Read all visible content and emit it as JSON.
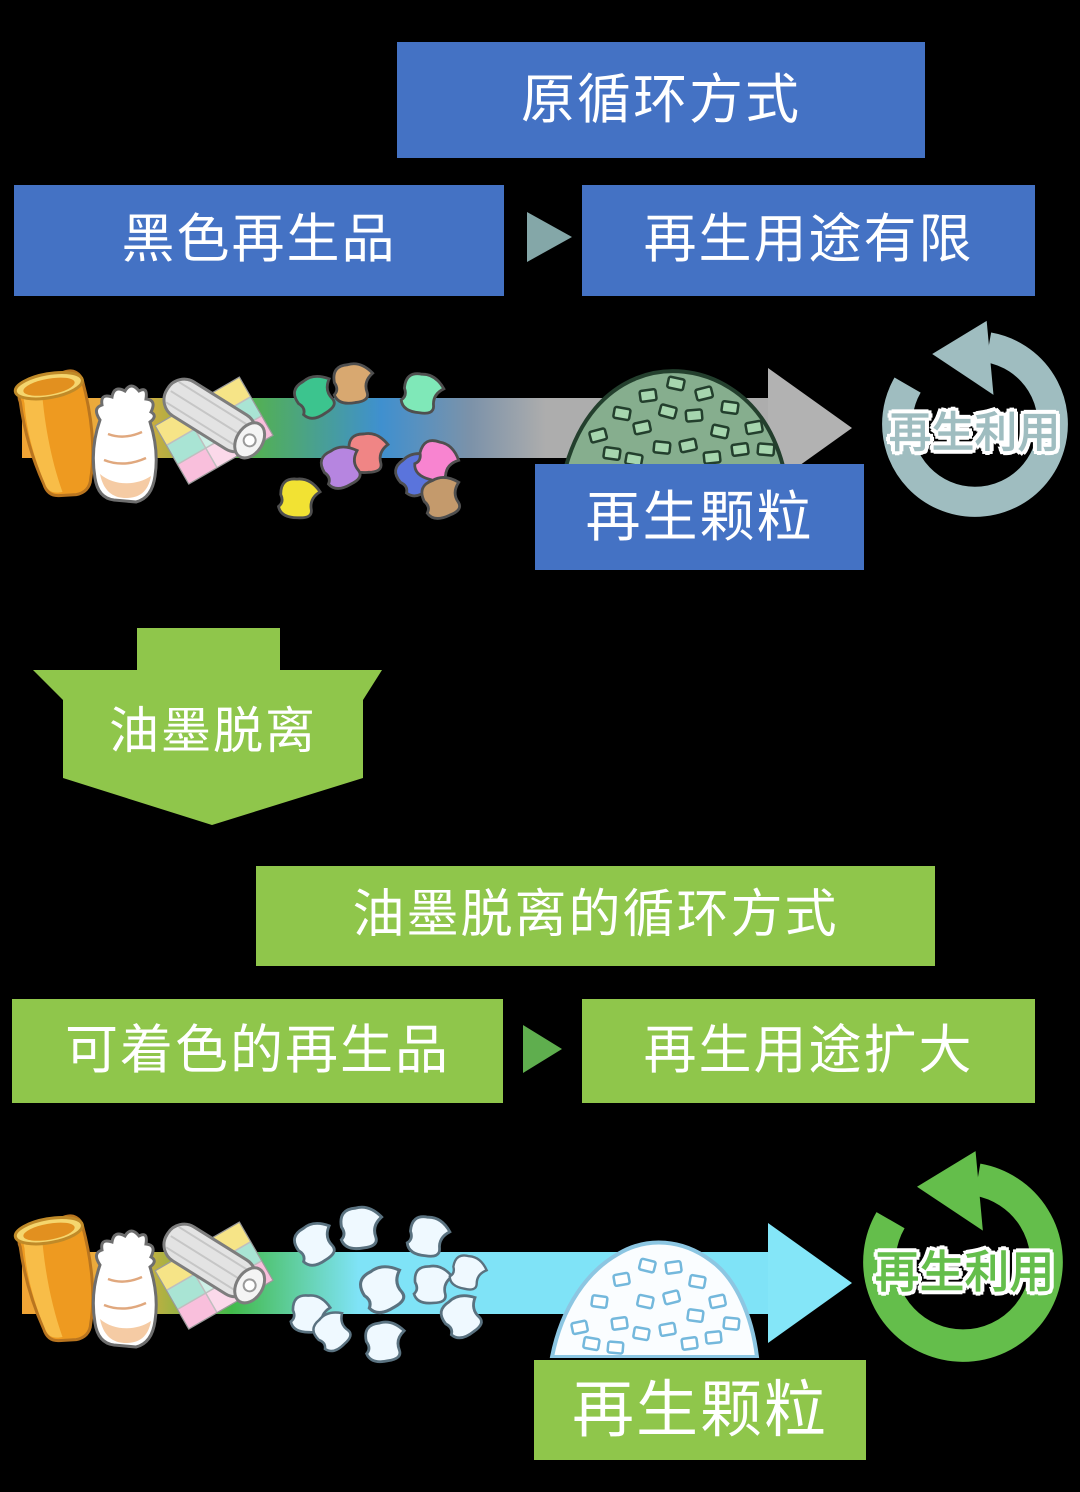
{
  "palette": {
    "background": "#000000",
    "blue": "#4472C4",
    "green": "#8FC64B",
    "teal_arrow": "#84A7A8",
    "teal_ring": "#9FBDC0",
    "green_ring": "#64BE4B",
    "green_triangle": "#5FAE4E",
    "gray_arrow": "#ADADAD",
    "cyan_arrow": "#7FE3F7",
    "orange_arrow": "#F0A435"
  },
  "original_cycle": {
    "title": "原循环方式",
    "source_label": "黑色再生品",
    "result_label": "再生用途有限",
    "pellet_label": "再生颗粒",
    "recycle_label": "再生利用"
  },
  "transition": {
    "label": "油墨脱离"
  },
  "deinked_cycle": {
    "title": "油墨脱离的循环方式",
    "source_label": "可着色的再生品",
    "result_label": "再生用途扩大",
    "pellet_label": "再生颗粒",
    "recycle_label": "再生利用"
  },
  "icons": {
    "recycle_loop": "circular-arrow-counterclockwise",
    "flow_triangle": "right-pointing-triangle",
    "waste_cup": "orange-cup",
    "waste_bag": "white-pouch",
    "waste_film_roll": "printed-film-roll",
    "flakes": "plastic-flakes",
    "pellet_mound": "pellet-pile"
  }
}
